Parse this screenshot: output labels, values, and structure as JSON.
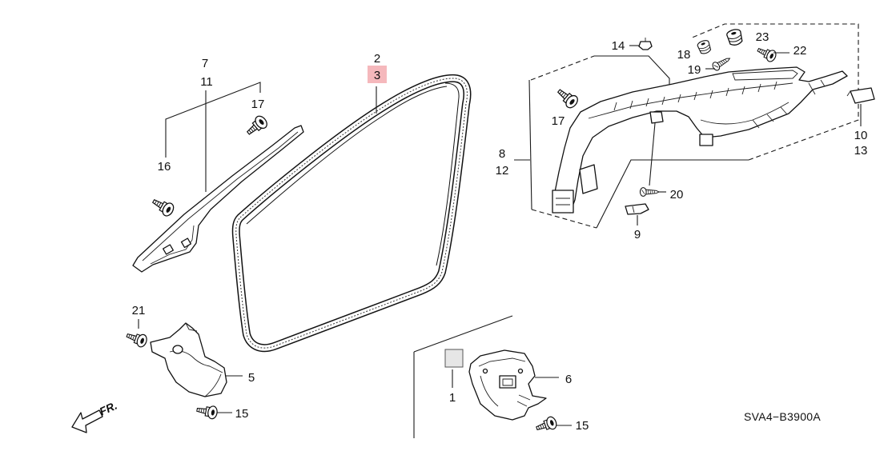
{
  "callouts": {
    "part_7": "7",
    "part_11": "11",
    "part_17_left": "17",
    "part_16": "16",
    "part_2": "2",
    "part_3": "3",
    "part_14": "14",
    "part_18": "18",
    "part_23": "23",
    "part_22": "22",
    "part_19": "19",
    "part_17_right": "17",
    "part_8": "8",
    "part_12": "12",
    "part_10": "10",
    "part_13": "13",
    "part_20": "20",
    "part_9": "9",
    "part_21": "21",
    "part_5": "5",
    "part_15_left": "15",
    "part_1": "1",
    "part_6": "6",
    "part_15_right": "15"
  },
  "direction_label": "FR.",
  "diagram_code": "SVA4−B3900A",
  "colors": {
    "line": "#1a1a1a",
    "highlight": "#f5b8bc",
    "label_tag": "#e6e6e6"
  }
}
